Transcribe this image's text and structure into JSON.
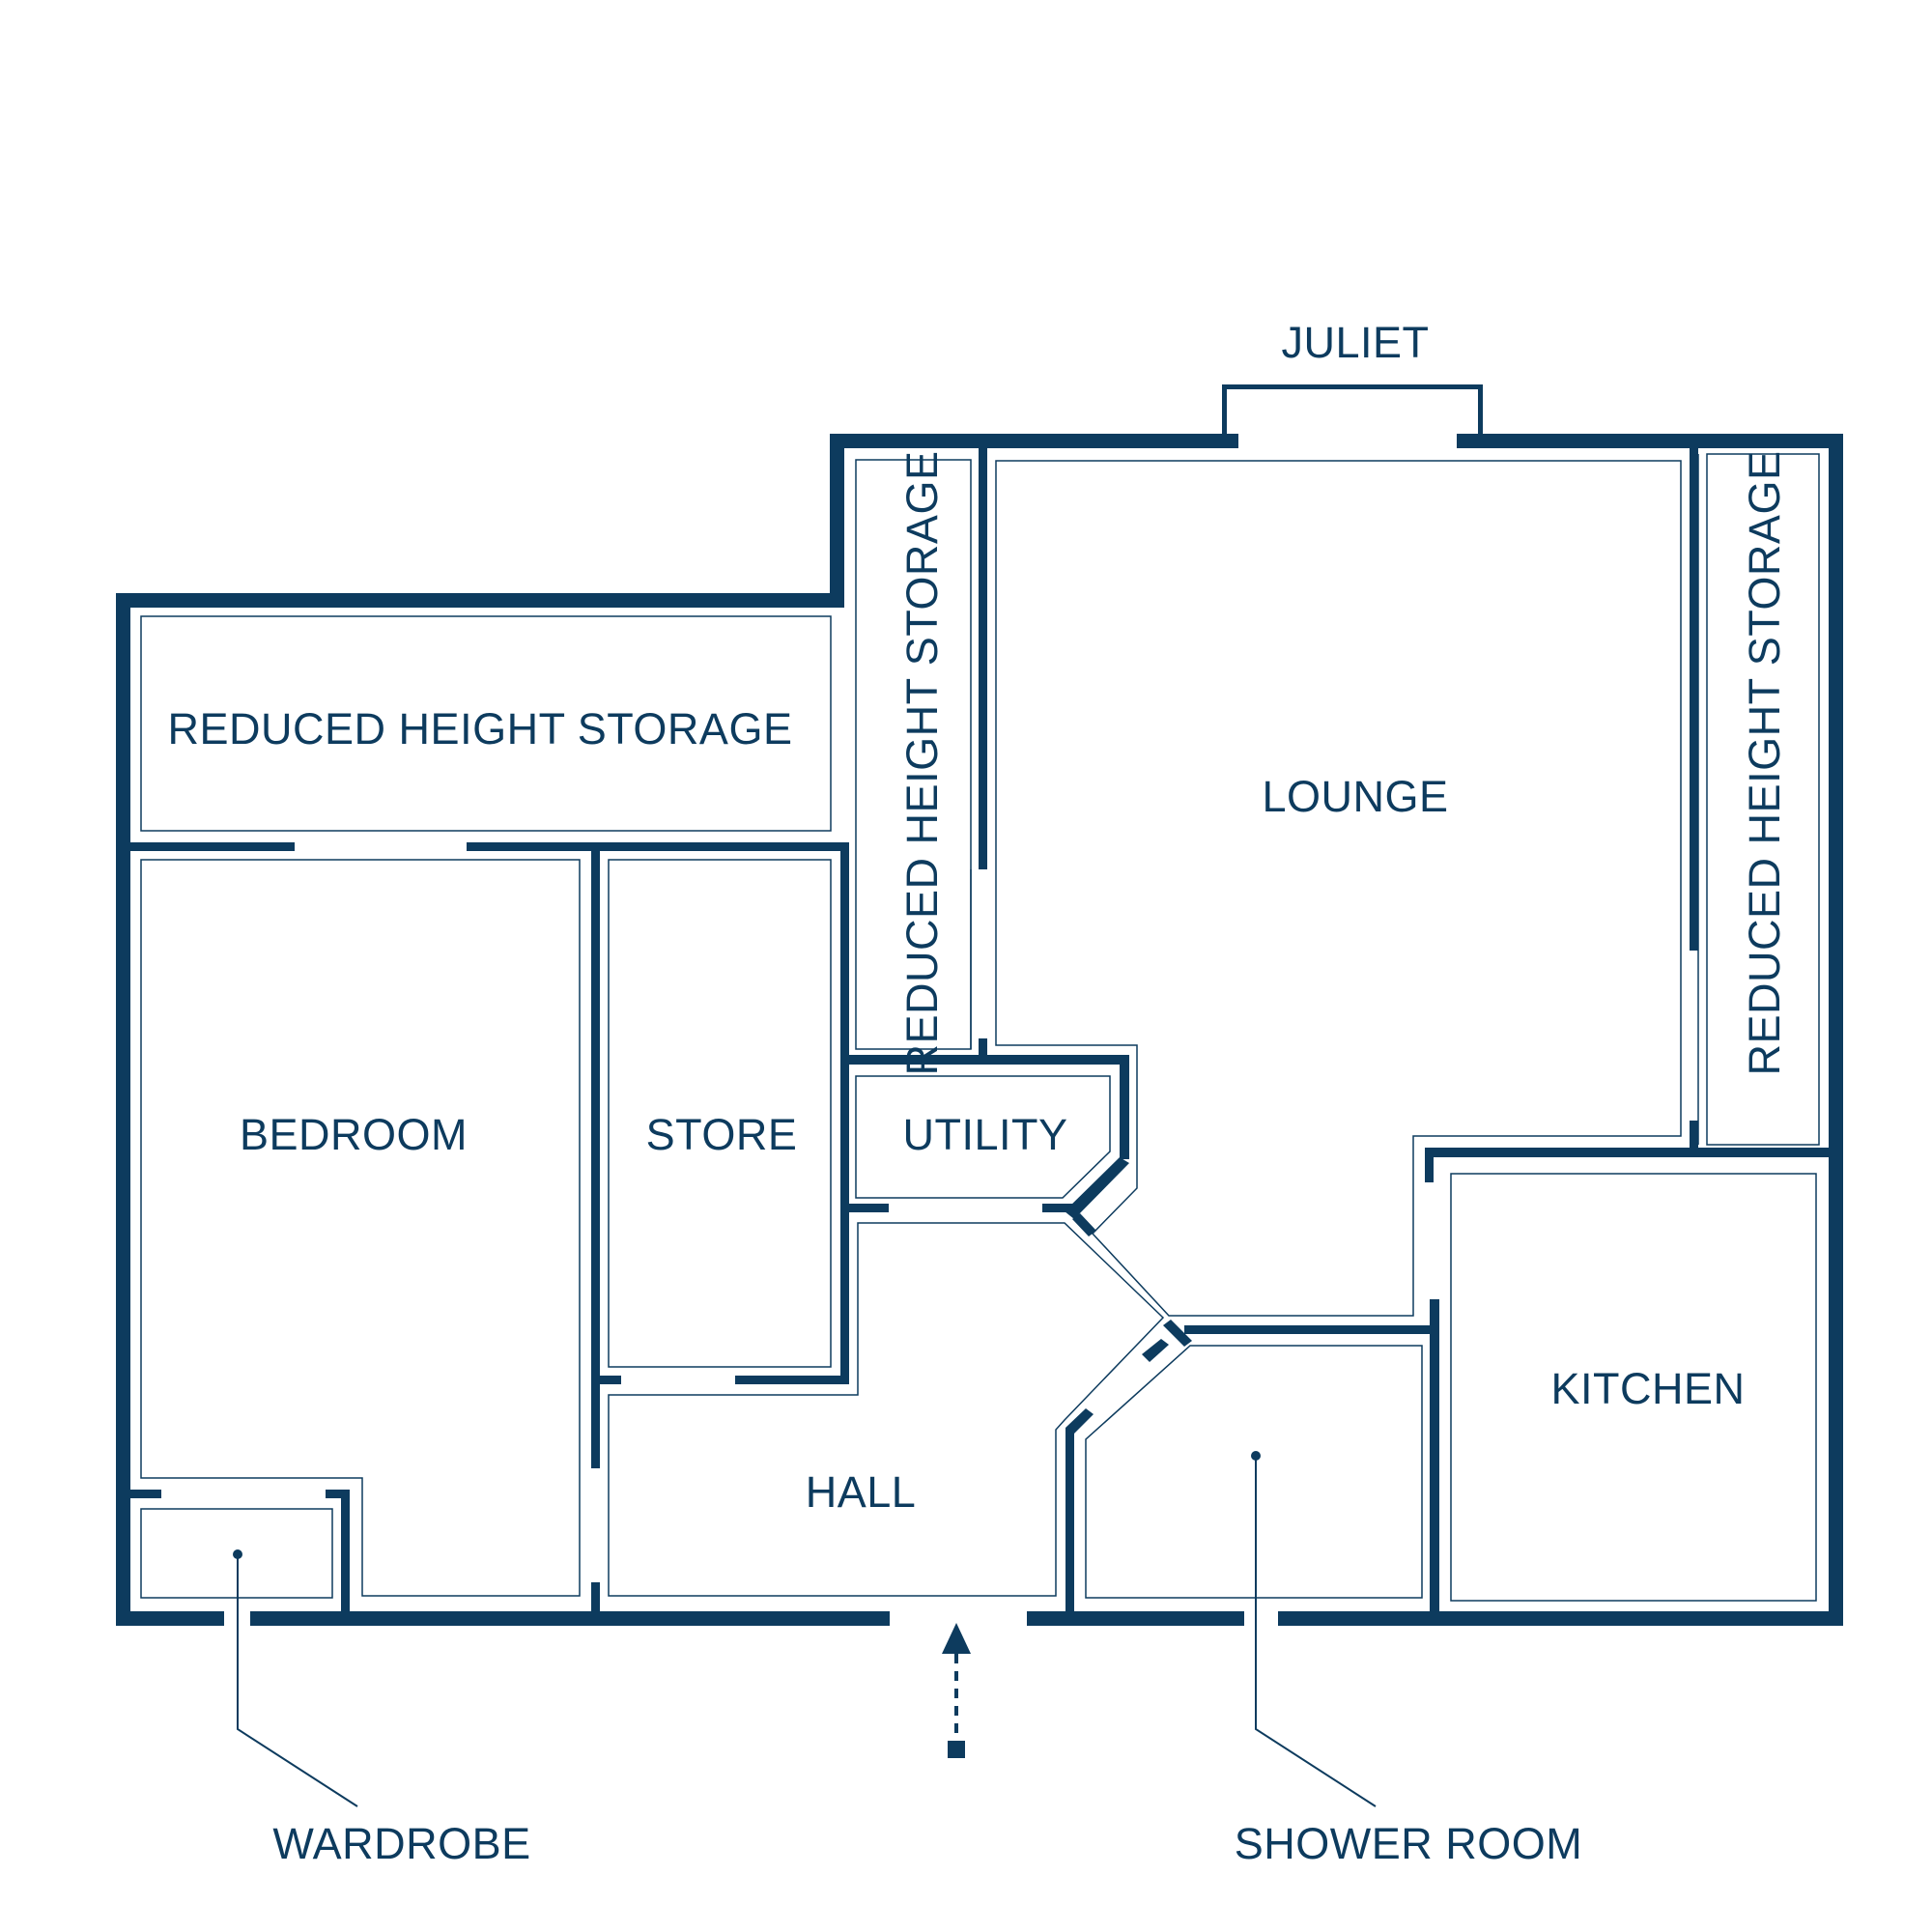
{
  "labels": {
    "juliet": "JULIET",
    "storage_top": "REDUCED HEIGHT STORAGE",
    "storage_mid": "REDUCED HEIGHT STORAGE",
    "storage_right": "REDUCED HEIGHT STORAGE",
    "lounge": "LOUNGE",
    "bedroom": "BEDROOM",
    "store": "STORE",
    "utility": "UTILITY",
    "kitchen": "KITCHEN",
    "hall": "HALL",
    "wardrobe": "WARDROBE",
    "shower_room": "SHOWER ROOM"
  },
  "colors": {
    "wall": "#0d3b5e",
    "background": "#ffffff"
  },
  "icons": {
    "entrance": "entrance-arrow-icon"
  }
}
